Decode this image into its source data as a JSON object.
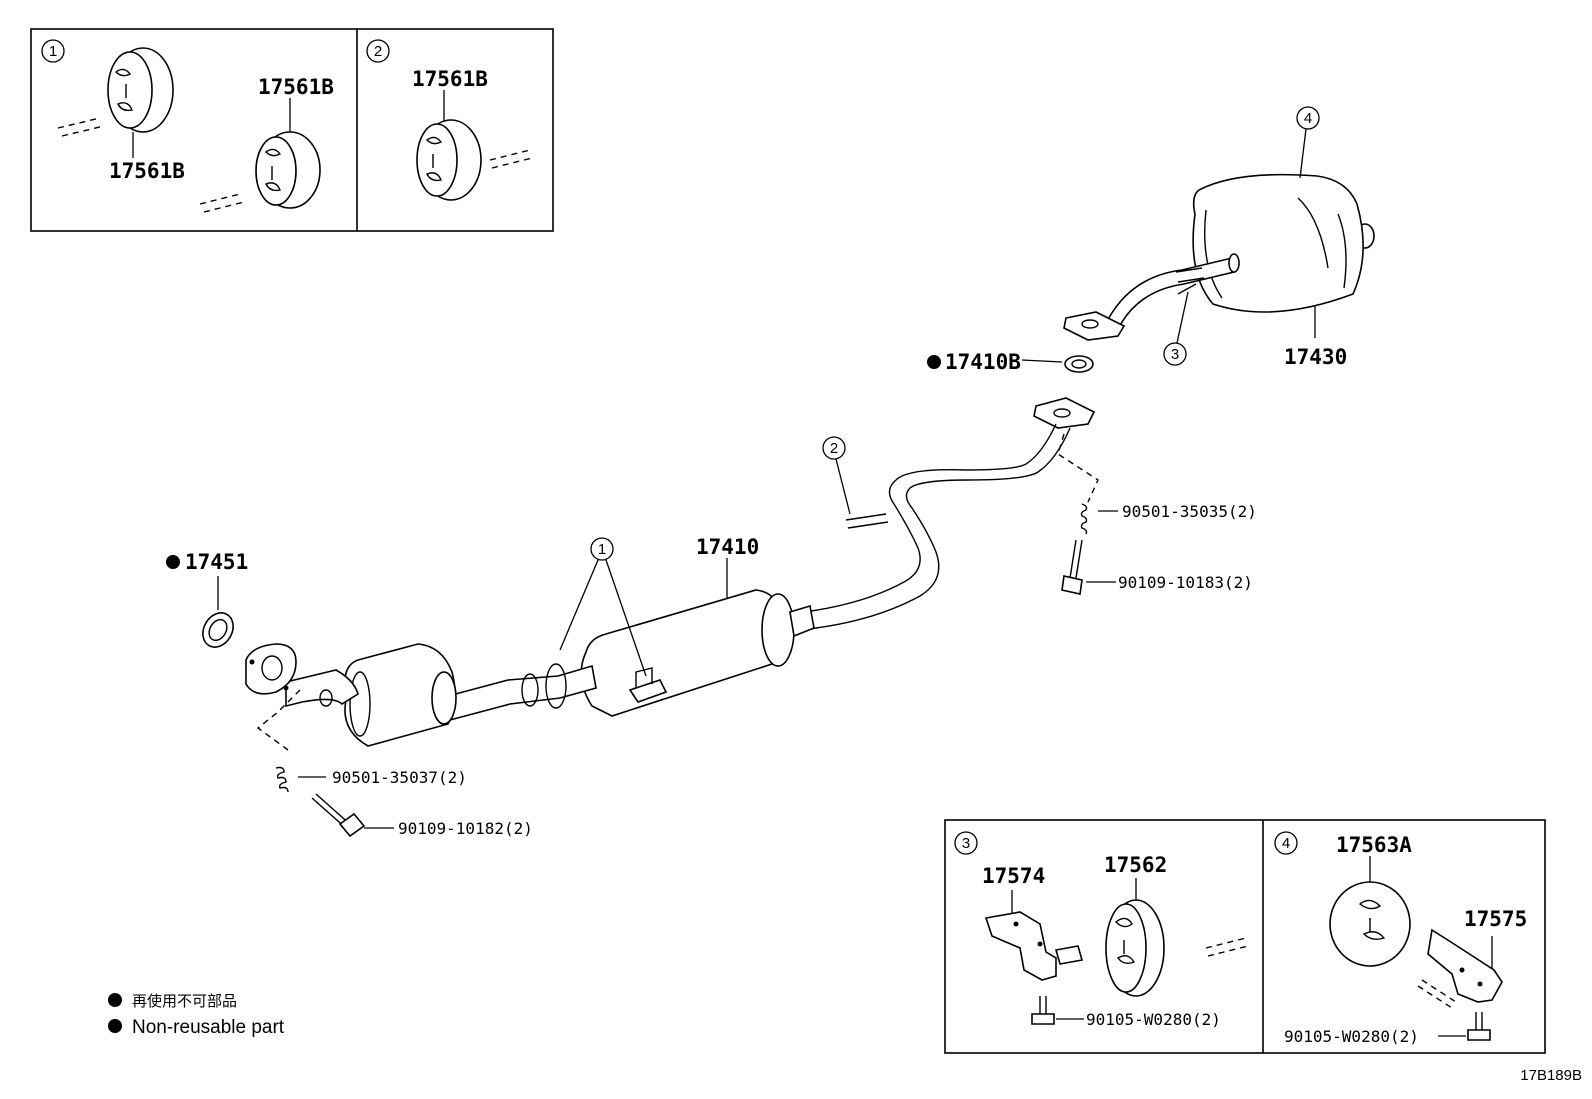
{
  "callouts": {
    "c1": "1",
    "c2": "2",
    "c3": "3",
    "c4": "4"
  },
  "parts": {
    "p17561b_a": "17561B",
    "p17561b_b": "17561B",
    "p17561b_c": "17561B",
    "p17410b": "17410B",
    "p17430": "17430",
    "p17451": "17451",
    "p17410": "17410",
    "p90501_35035": "90501-35035(2)",
    "p90109_10183": "90109-10183(2)",
    "p90501_35037": "90501-35037(2)",
    "p90109_10182": "90109-10182(2)",
    "p17574": "17574",
    "p17562": "17562",
    "p90105_w0280_a": "90105-W0280(2)",
    "p17563a": "17563A",
    "p17575": "17575",
    "p90105_w0280_b": "90105-W0280(2)"
  },
  "legend": {
    "line_cn": "再使用不可部品",
    "line_en": "Non-reusable part"
  },
  "figure_ref": "17B189B"
}
